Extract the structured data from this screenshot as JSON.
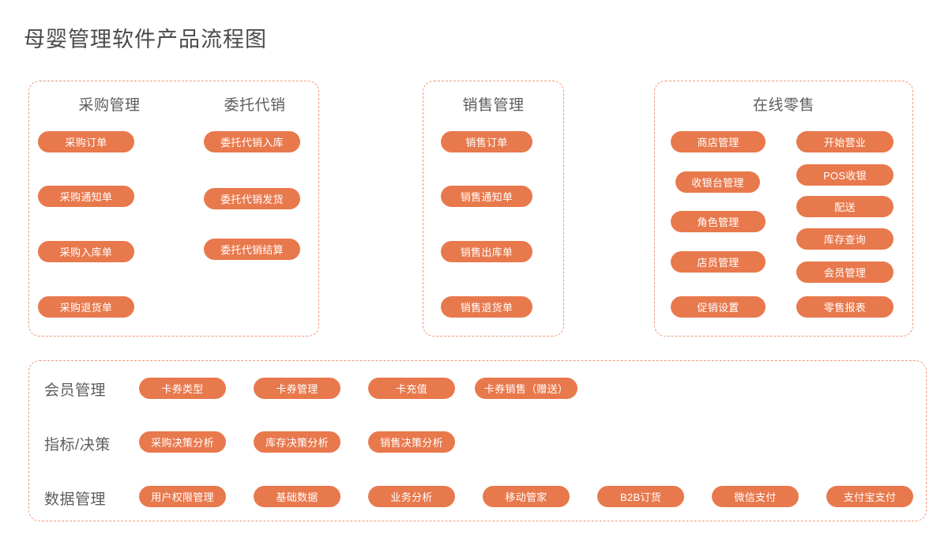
{
  "page": {
    "title": "母婴管理软件产品流程图",
    "accent_color": "#e8794d",
    "border_color": "#ee9873",
    "text_color": "#5d5d5d",
    "background": "#ffffff"
  },
  "panels": [
    {
      "id": "procure",
      "columns": [
        {
          "title": "采购管理",
          "items": [
            "采购订单",
            "采购通知单",
            "采购入库单",
            "采购退货单"
          ]
        },
        {
          "title": "委托代销",
          "items": [
            "委托代销入库",
            "委托代销发货",
            "委托代销结算"
          ]
        }
      ]
    },
    {
      "id": "sales",
      "columns": [
        {
          "title": "销售管理",
          "items": [
            "销售订单",
            "销售通知单",
            "销售出库单",
            "销售退货单"
          ]
        }
      ]
    },
    {
      "id": "retail",
      "columns": [
        {
          "title": "在线零售",
          "items": [
            "商店管理",
            "收银台管理",
            "角色管理",
            "店员管理",
            "促销设置"
          ]
        },
        {
          "title": "",
          "items": [
            "开始营业",
            "POS收银",
            "配送",
            "库存查询",
            "会员管理",
            "零售报表"
          ]
        }
      ]
    }
  ],
  "bottom": {
    "rows": [
      {
        "label": "会员管理",
        "items": [
          "卡券类型",
          "卡券管理",
          "卡充值",
          "卡券销售（赠送）"
        ]
      },
      {
        "label": "指标/决策",
        "items": [
          "采购决策分析",
          "库存决策分析",
          "销售决策分析"
        ]
      },
      {
        "label": "数据管理",
        "items": [
          "用户权限管理",
          "基础数据",
          "业务分析",
          "移动管家",
          "B2B订货",
          "微信支付",
          "支付宝支付"
        ]
      }
    ]
  }
}
